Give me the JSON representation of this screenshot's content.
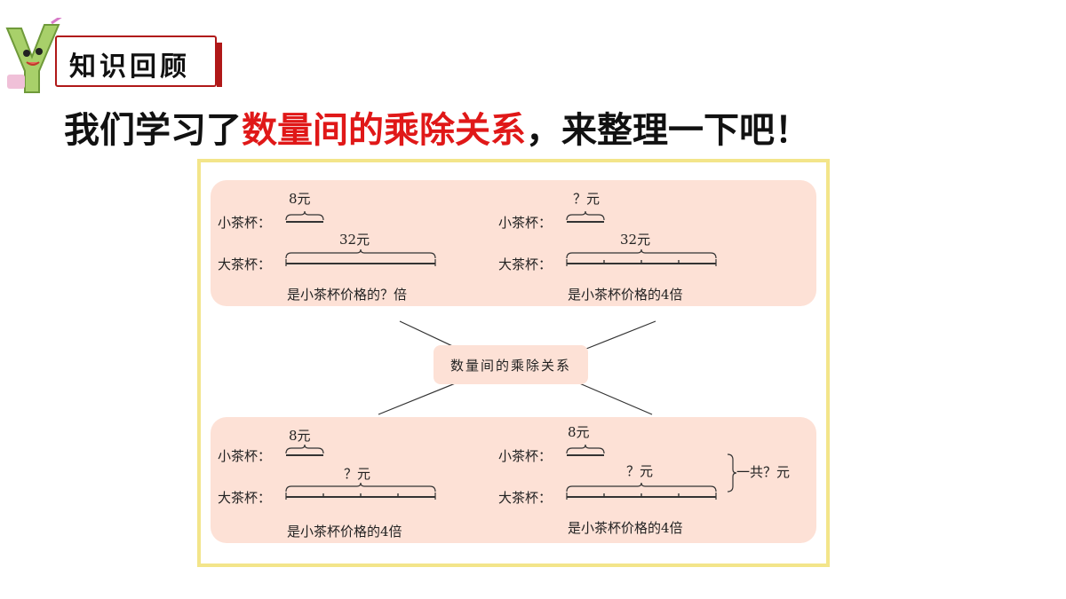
{
  "header": {
    "badge_label": "知识回顾",
    "title_pre": "我们学习了",
    "title_highlight": "数量间的乘除关系",
    "title_post": "，来整理一下吧！"
  },
  "colors": {
    "accent": "#e01818",
    "box_fill": "#fde1d6",
    "frame": "#f3e58a",
    "badge_border": "#b01818"
  },
  "diagram": {
    "center": "数量间的乘除关系",
    "panels": [
      {
        "small_label": "小茶杯：",
        "small_value": "8元",
        "large_label": "大茶杯：",
        "large_value": "32元",
        "caption": "是小茶杯价格的？倍",
        "segments": 1
      },
      {
        "small_label": "小茶杯：",
        "small_value": "？元",
        "large_label": "大茶杯：",
        "large_value": "32元",
        "caption": "是小茶杯价格的4倍",
        "segments": 4
      },
      {
        "small_label": "小茶杯：",
        "small_value": "8元",
        "large_label": "大茶杯：",
        "large_value": "？元",
        "caption": "是小茶杯价格的4倍",
        "segments": 4
      },
      {
        "small_label": "小茶杯：",
        "small_value": "8元",
        "large_label": "大茶杯：",
        "large_value": "？元",
        "caption": "是小茶杯价格的4倍",
        "segments": 4,
        "total": "一共？元"
      }
    ]
  }
}
